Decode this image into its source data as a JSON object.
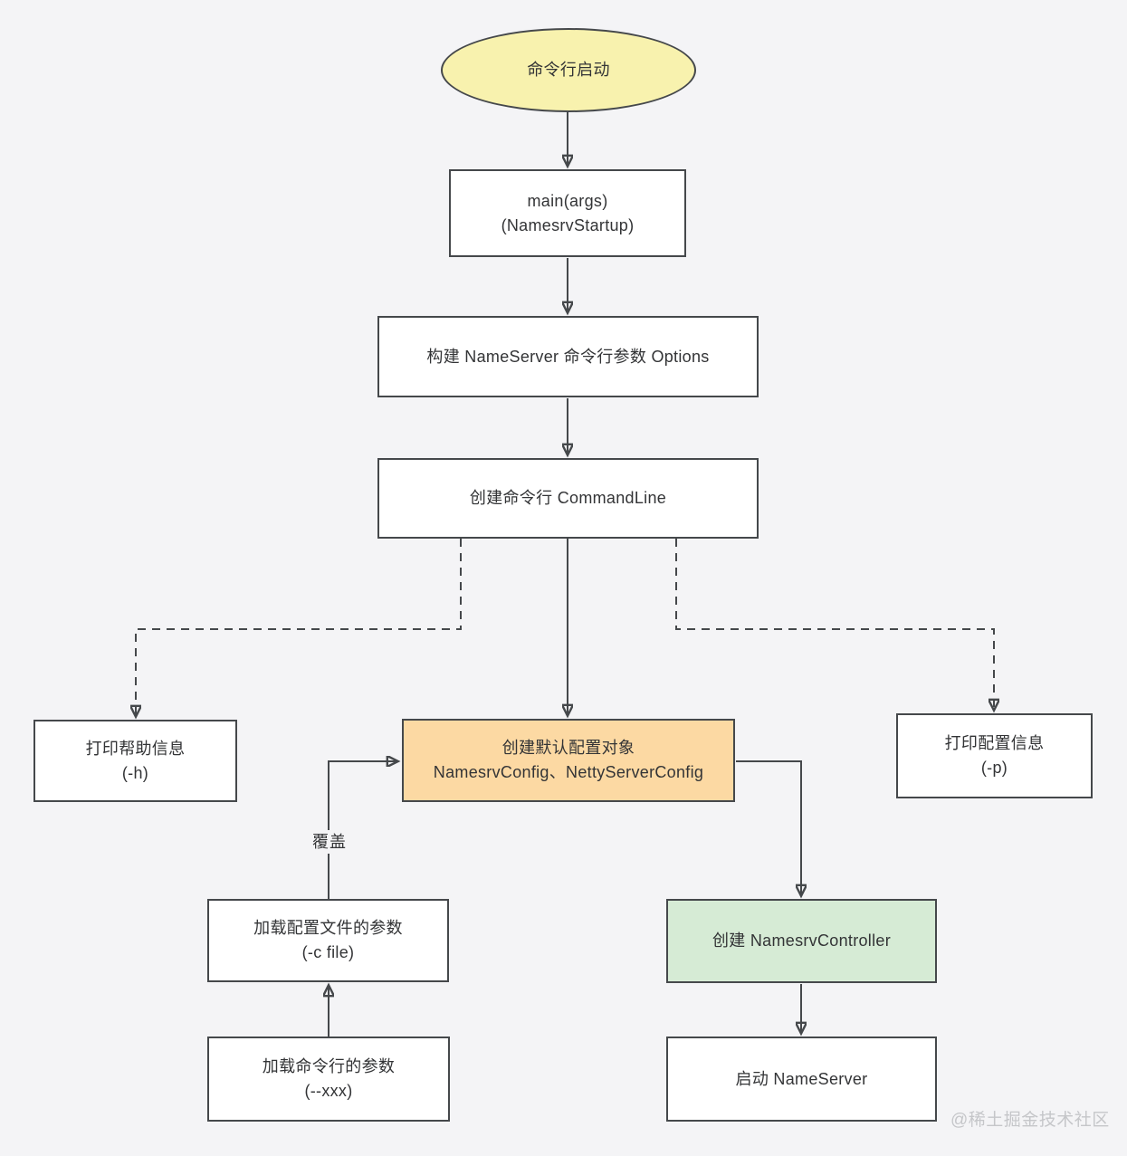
{
  "colors": {
    "background": "#f4f4f6",
    "node_border": "#45484b",
    "connector": "#45484b",
    "text": "#333436",
    "start_node_fill": "#f8f2ae",
    "default_config_node_fill": "#fcd9a3",
    "controller_node_fill": "#d6ebd5",
    "plain_node_fill": "#ffffff",
    "watermark_text": "#c5c6c9"
  },
  "nodes": {
    "start": {
      "label": "命令行启动"
    },
    "main": {
      "line1": "main(args)",
      "line2": "(NamesrvStartup)"
    },
    "build_options": {
      "label": "构建 NameServer 命令行参数 Options"
    },
    "create_commandline": {
      "label": "创建命令行 CommandLine"
    },
    "print_help": {
      "line1": "打印帮助信息",
      "line2": "(-h)"
    },
    "create_default_config": {
      "line1": "创建默认配置对象",
      "line2": "NamesrvConfig、NettyServerConfig"
    },
    "print_config": {
      "line1": "打印配置信息",
      "line2": "(-p)"
    },
    "load_config_file": {
      "line1": "加载配置文件的参数",
      "line2": "(-c file)"
    },
    "load_command_args": {
      "line1": "加载命令行的参数",
      "line2": "(--xxx)"
    },
    "create_controller": {
      "label": "创建 NamesrvController"
    },
    "start_nameserver": {
      "label": "启动 NameServer"
    }
  },
  "edge_labels": {
    "override": "覆盖"
  },
  "watermark": "@稀土掘金技术社区"
}
